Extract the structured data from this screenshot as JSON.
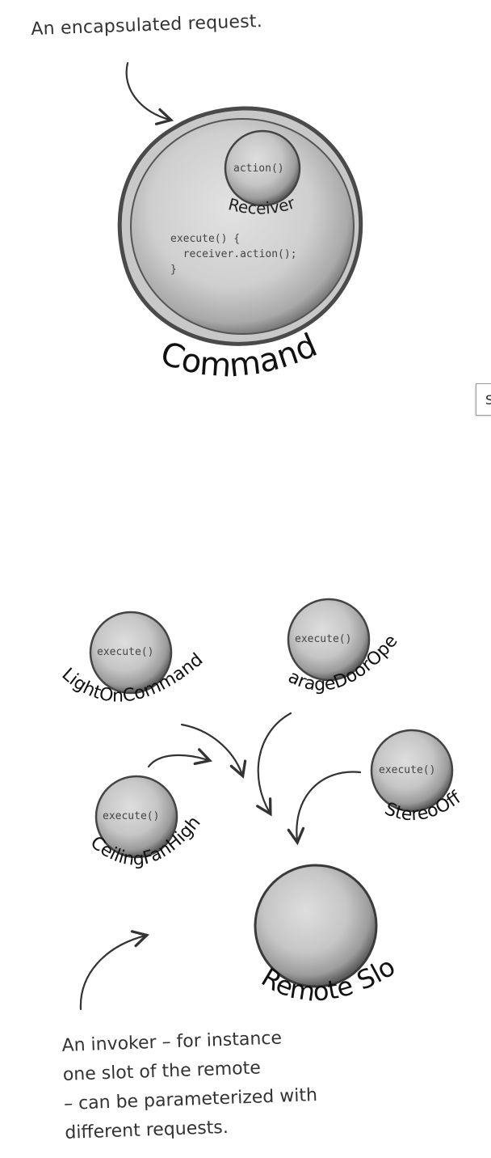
{
  "captions": {
    "top": "An encapsulated request.",
    "bottom": [
      "An invoker – for instance",
      "one slot of the remote",
      "– can be parameterized with",
      "different requests."
    ]
  },
  "command": {
    "title": "Command",
    "receiver_label": "Receiver",
    "receiver_method": "action()",
    "code": [
      "execute() {",
      "  receiver.action();",
      "}"
    ]
  },
  "commands": [
    {
      "name": "LightOnCommand",
      "method": "execute()"
    },
    {
      "name": "GarageDoorOpen",
      "method": "execute()"
    },
    {
      "name": "CeilingFanHigh",
      "method": "execute()"
    },
    {
      "name": "StereoOff",
      "method": "execute()"
    }
  ],
  "invoker": {
    "name": "Remote Slot"
  },
  "side_tab": {
    "label": "S"
  }
}
